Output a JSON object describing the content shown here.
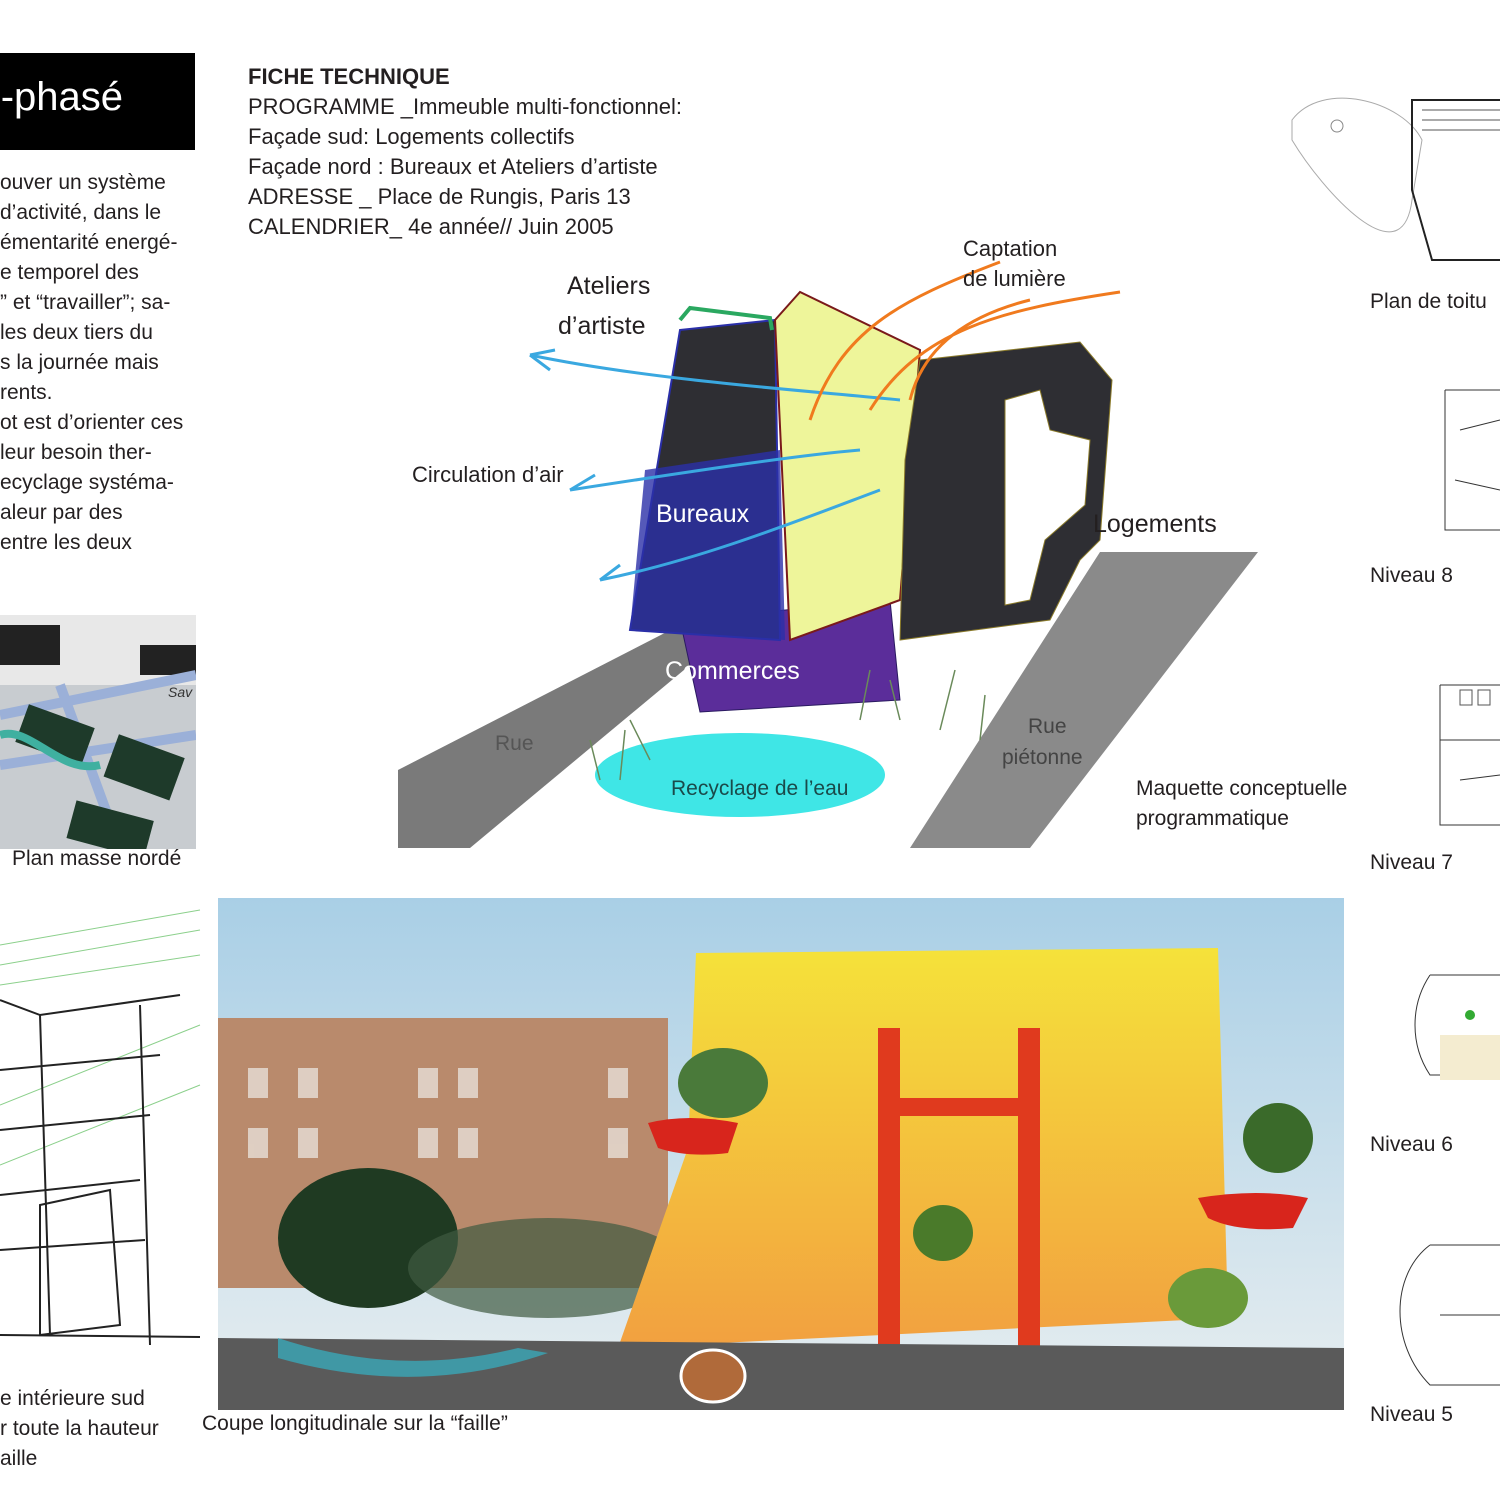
{
  "title": "-phasé",
  "intro_paragraph": [
    "ouver un système",
    " d’activité, dans le",
    "émentarité energé-",
    "e temporel des",
    "” et “travailler”; sa-",
    " les deux tiers du",
    "s la journée mais",
    "rents.",
    "ot est d’orienter ces",
    "leur besoin ther-",
    "ecyclage systéma-",
    "aleur par des",
    " entre les deux"
  ],
  "fiche_technique": {
    "heading": "FICHE TECHNIQUE",
    "lines": [
      "PROGRAMME _Immeuble multi-fonctionnel:",
      "Façade sud: Logements collectifs",
      "Façade nord : Bureaux et Ateliers d’artiste",
      "ADRESSE _ Place de Rungis, Paris 13",
      "CALENDRIER_ 4e année// Juin 2005"
    ]
  },
  "concept_diagram": {
    "labels": {
      "ateliers": [
        "Ateliers",
        "d’artiste"
      ],
      "captation": [
        "Captation",
        "de lumière"
      ],
      "circulation": "Circulation d’air",
      "bureaux": "Bureaux",
      "logements": "Logements",
      "commerces": "Commerces",
      "rue": "Rue",
      "rue_pietonne": [
        "Rue",
        "piétonne"
      ],
      "recyclage": "Recyclage de l’eau"
    },
    "caption": [
      "Maquette conceptuelle",
      "programmatique"
    ],
    "colors": {
      "dark": "#2e2e33",
      "yellow": "#eef59a",
      "blue": "#2a2fa8",
      "purple": "#5b2d9a",
      "water": "#3fe6e6",
      "orange": "#f07a1e",
      "air": "#3aa8e0",
      "green": "#2aa860",
      "road": "#7a7a7a"
    }
  },
  "plan_masse": {
    "caption": "Plan masse nordé",
    "map_text": "Sav"
  },
  "sketch_caption": [
    "e intérieure sud",
    "r toute la hauteur",
    "aille"
  ],
  "section": {
    "caption": "Coupe longitudinale sur la “faille”"
  },
  "floor_plans": [
    {
      "label": "Plan de toitu"
    },
    {
      "label": "Niveau 8"
    },
    {
      "label": "Niveau 7"
    },
    {
      "label": "Niveau 6"
    },
    {
      "label": "Niveau 5"
    }
  ]
}
